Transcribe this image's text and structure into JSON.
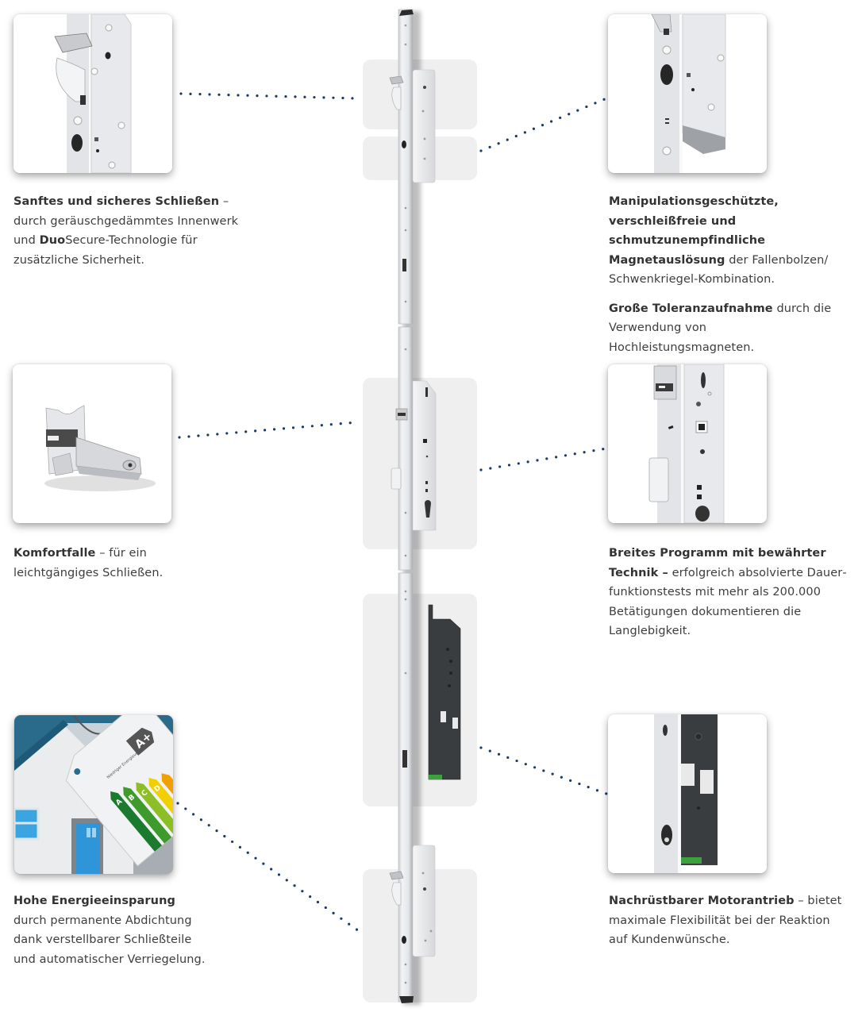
{
  "features": [
    {
      "id": "soft-secure-closing",
      "image": "lock-latch-closeup",
      "paragraphs": [
        [
          {
            "b": true,
            "t": "Sanftes und sicheres Schließen"
          },
          {
            "b": false,
            "t": " – durch geräuschgedämmtes Innenwerk und "
          },
          {
            "b": true,
            "t": "Duo"
          },
          {
            "b": false,
            "t": "Secure-Technologie für zusätzliche Sicherheit."
          }
        ]
      ]
    },
    {
      "id": "magnet-release",
      "image": "magnet-release-closeup",
      "paragraphs": [
        [
          {
            "b": true,
            "t": "Manipulationsgeschützte, verschleiß­freie und schmutzunempfindliche Magnetauslösung"
          },
          {
            "b": false,
            "t": " der Fallenbolzen/ Schwenkriegel-Kombination."
          }
        ],
        [
          {
            "b": true,
            "t": "Große Toleranzaufnahme"
          },
          {
            "b": false,
            "t": " durch die Ver­wendung von Hochleistungsmagneten."
          }
        ]
      ]
    },
    {
      "id": "comfort-latch",
      "image": "comfort-latch-part",
      "paragraphs": [
        [
          {
            "b": true,
            "t": "Komfortfalle"
          },
          {
            "b": false,
            "t": " – für ein leichtgängiges Schließen."
          }
        ]
      ]
    },
    {
      "id": "proven-technology",
      "image": "main-lock-closeup",
      "paragraphs": [
        [
          {
            "b": true,
            "t": "Breites Programm mit bewährter Technik –"
          },
          {
            "b": false,
            "t": " erfolgreich absolvierte Dauer­funktionstests mit mehr als 200.000 Betätigungen dokumentieren die Langlebigkeit."
          }
        ]
      ]
    },
    {
      "id": "energy-saving",
      "image": "energy-label-house",
      "energy_label": {
        "tag_text": "Niedriger Energieverbrauch",
        "rating": "A+",
        "classes": [
          "A",
          "B",
          "C",
          "D"
        ],
        "class_colors": [
          "#1c7a2e",
          "#3e9a2b",
          "#8cbf26",
          "#f2d000",
          "#f2a000",
          "#e8701a",
          "#d8401a"
        ]
      },
      "paragraphs": [
        [
          {
            "b": true,
            "t": "Hohe Energieeinsparung"
          },
          {
            "b": false,
            "t": " durch permanente Abdichtung dank verstellbarer Schließteile und automatischer Verriegelung."
          }
        ]
      ]
    },
    {
      "id": "motor-drive",
      "image": "motor-drive-closeup",
      "paragraphs": [
        [
          {
            "b": true,
            "t": "Nachrüstbarer Motorantrieb"
          },
          {
            "b": false,
            "t": " – bietet maximale Flexibilität bei der Reaktion auf Kundenwünsche."
          }
        ]
      ]
    }
  ],
  "colors": {
    "connector_dots": "#1d3a63",
    "text": "#3d3d3d",
    "pad_bg": "#efeff0",
    "motor_housing": "#3a3d40",
    "motor_strip": "#3ca03c"
  }
}
